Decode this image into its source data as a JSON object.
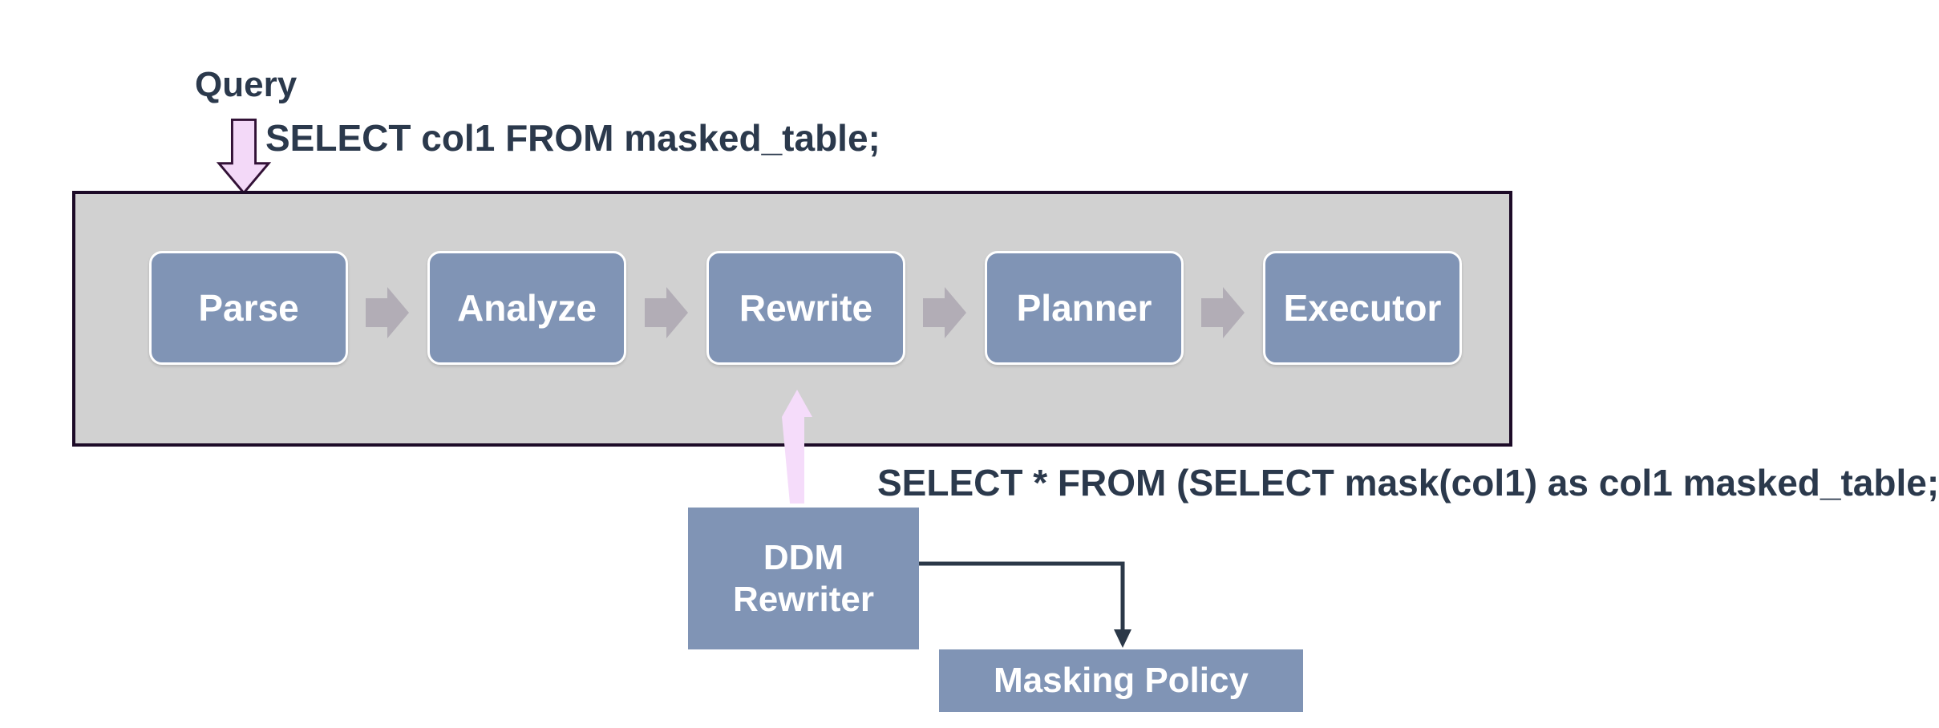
{
  "query_label": "Query",
  "input_sql": "SELECT col1 FROM masked_table;",
  "rewritten_sql": "SELECT * FROM (SELECT mask(col1)  as col1 masked_table;",
  "pipeline": {
    "stages": [
      "Parse",
      "Analyze",
      "Rewrite",
      "Planner",
      "Executor"
    ]
  },
  "ddm_rewriter": {
    "line1": "DDM",
    "line2": "Rewriter"
  },
  "masking_policy_label": "Masking Policy",
  "colors": {
    "stage_fill": "#8094b5",
    "container_fill": "#d1d1d1",
    "container_border": "#1d0b28",
    "flow_arrow_gray": "#b2adb6",
    "highlight_arrow_pink": "#f5dcfa",
    "down_arrow_outline": "#321136",
    "connector_dark": "#2b3848",
    "text_dark": "#2b394c",
    "stage_text": "#ffffff"
  }
}
